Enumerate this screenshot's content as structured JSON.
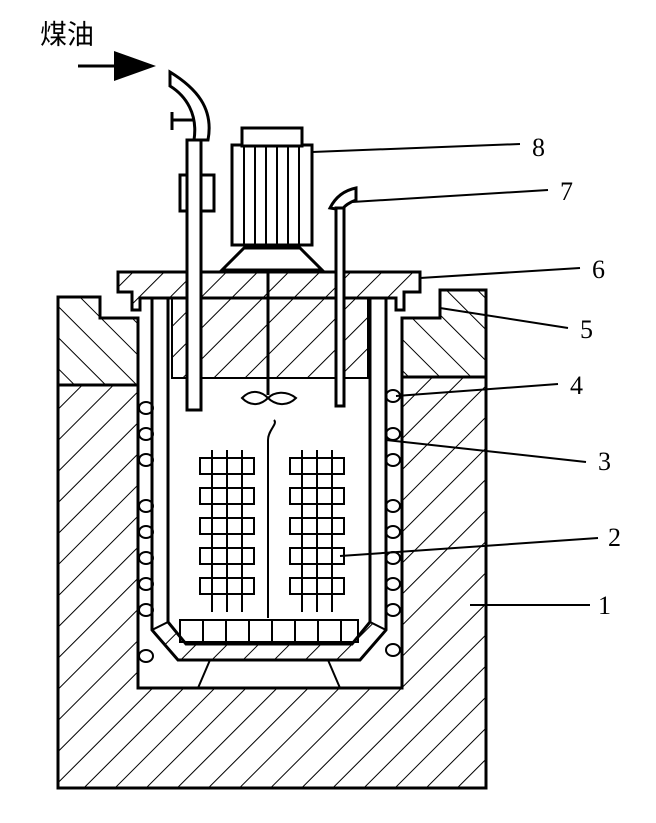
{
  "inlet_label": "煤油",
  "callouts": {
    "c1": "1",
    "c2": "2",
    "c3": "3",
    "c4": "4",
    "c5": "5",
    "c6": "6",
    "c7": "7",
    "c8": "8"
  }
}
